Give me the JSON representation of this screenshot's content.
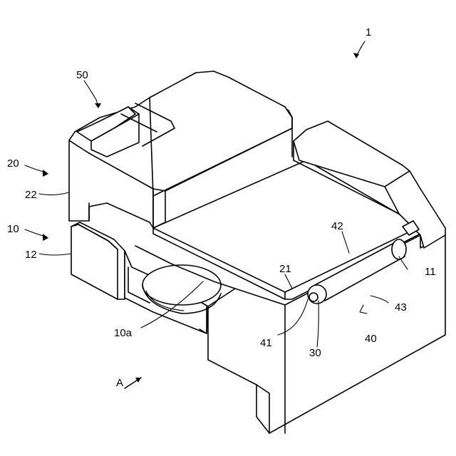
{
  "labels": {
    "device": "1",
    "upper_unit": "20",
    "lower_unit": "10",
    "upper_front": "22",
    "lower_front": "12",
    "handle": "50",
    "rim_top": "21",
    "rim_lower": "11",
    "roller_top": "42",
    "roller_body": "43",
    "roller_end": "41",
    "shaft": "30",
    "roller_unit": "40",
    "opening": "10a",
    "direction": "A"
  }
}
